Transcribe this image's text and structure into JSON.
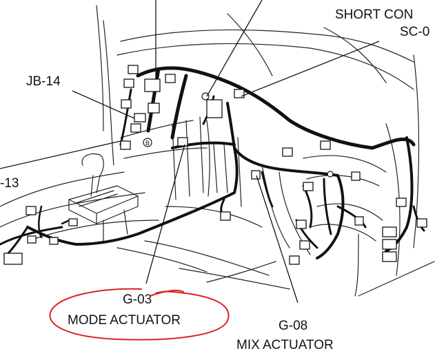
{
  "labels": {
    "short_con": "SHORT CON",
    "sc_code": "SC-0",
    "jb14": "JB-14",
    "l13": "-13",
    "g03": "G-03",
    "mode_actuator": "MODE ACTUATOR",
    "g08": "G-08",
    "mix_actuator": "MIX ACTUATOR",
    "ground_marker": "B"
  },
  "colors": {
    "line": "#111111",
    "annotation": "#d8211f",
    "background": "#ffffff"
  }
}
